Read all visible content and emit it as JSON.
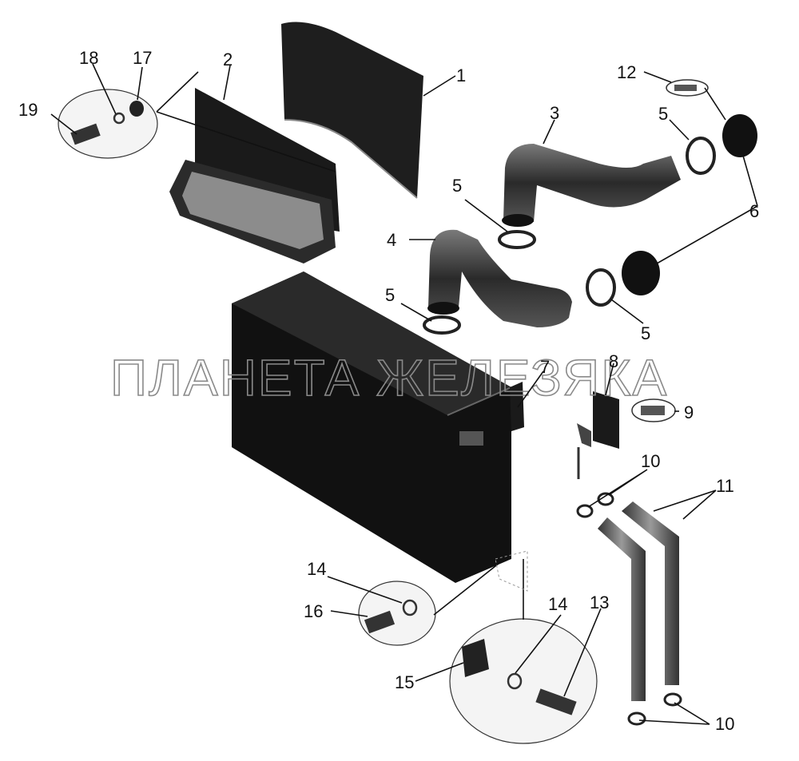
{
  "watermark": "ПЛАНЕТА ЖЕЛЕЗЯКА",
  "callouts": [
    "1",
    "2",
    "3",
    "4",
    "5",
    "6",
    "7",
    "8",
    "9",
    "10",
    "11",
    "12",
    "13",
    "14",
    "15",
    "16",
    "17",
    "18",
    "19"
  ]
}
